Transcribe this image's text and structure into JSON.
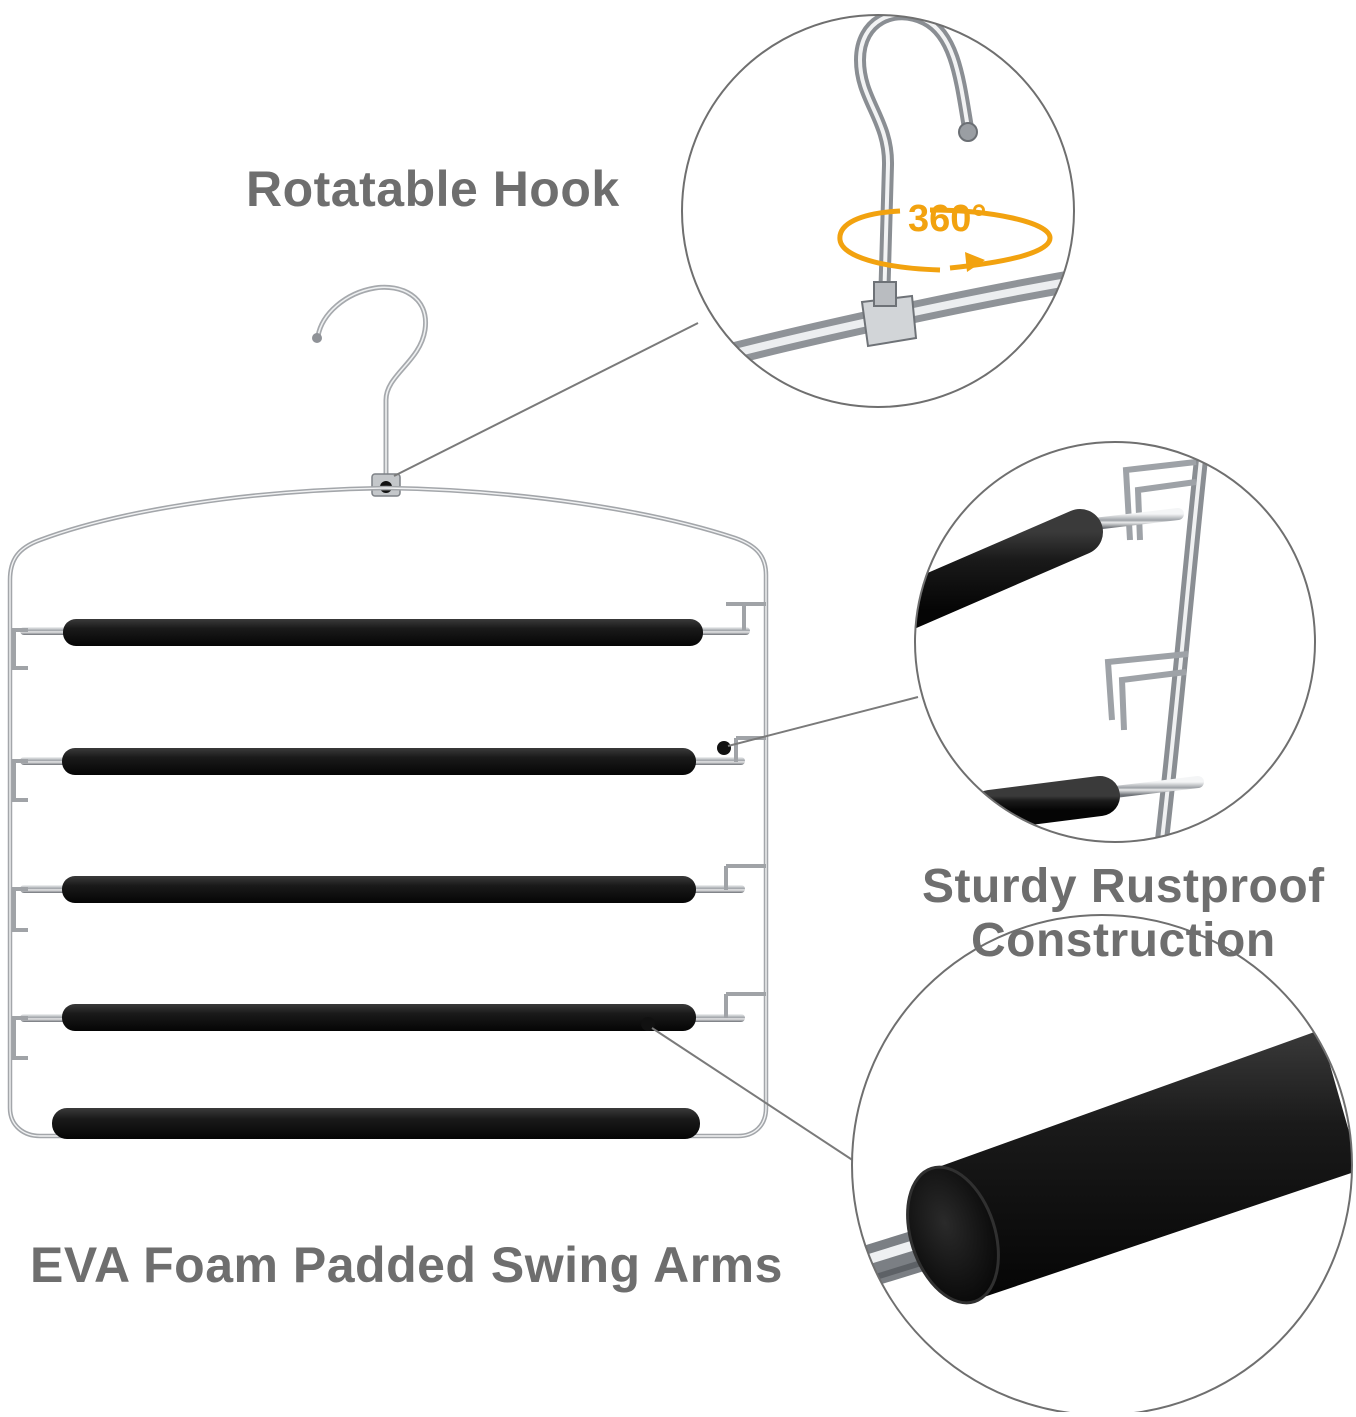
{
  "callouts": {
    "hook": {
      "label": "Rotatable Hook",
      "badge": "360°"
    },
    "construction": {
      "line1": "Sturdy Rustproof",
      "line2": "Construction"
    },
    "foam": {
      "label": "EVA Foam Padded Swing Arms"
    }
  },
  "colors": {
    "text": "#6e6e6e",
    "rotation_arrow": "#f2a20f",
    "foam": "#151515",
    "chrome": "#b9bcc0",
    "leader_line": "#7a7a7a",
    "background": "#ffffff"
  },
  "product": {
    "type": "5-tier swing-arm pants hanger",
    "bar_count": 5
  }
}
